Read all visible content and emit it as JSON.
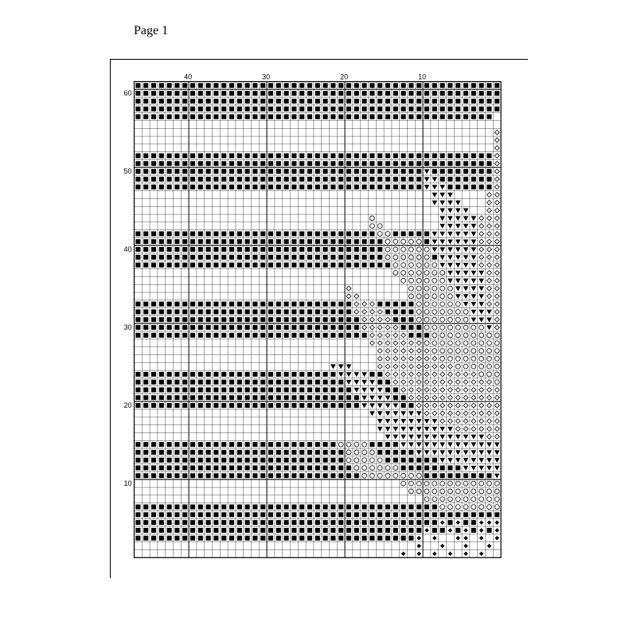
{
  "page": {
    "title": "Page 1"
  },
  "pattern": {
    "columns": 47,
    "rows": 61,
    "column_numbers": [
      {
        "value": 40,
        "label": "40"
      },
      {
        "value": 30,
        "label": "30"
      },
      {
        "value": 20,
        "label": "20"
      },
      {
        "value": 10,
        "label": "10"
      }
    ],
    "row_numbers": [
      {
        "value": 60,
        "label": "60"
      },
      {
        "value": 50,
        "label": "50"
      },
      {
        "value": 40,
        "label": "40"
      },
      {
        "value": 30,
        "label": "30"
      },
      {
        "value": 20,
        "label": "20"
      },
      {
        "value": 10,
        "label": "10"
      }
    ],
    "symbols": {
      "S": "filled-square",
      "O": "open-circle",
      "D": "open-diamond",
      "V": "filled-triangle-down",
      "K": "filled-diamond"
    },
    "ink_color": "#000000",
    "grid": [
      "SSSSSSSSSSSSSSSSSSSSSSSSSSSSSSSSSSSSSSSSSSSSSSS",
      "SSSSSSSSSSSSSSSSSSSSSSSSSSSSSSSSSSSSSSSSSSSSSSS",
      "SSSSSSSSSSSSSSSSSSSSSSSSSSSSSSSSSSSSSSSSSSSSSSS",
      "SSSSSSSSSSSSSSSSSSSSSSSSSSSSSSSSSSSSSSSSSSSSSSS",
      "SSSSSSSSSSSSSSSSSSSSSSSSSSSSSSSSSSSSSSSSSSSSSS.",
      "...............................................",
      "..............................................D",
      "..............................................D",
      "..............................................D",
      "SSSSSSSSSSSSSSSSSSSSSSSSSSSSSSSSSSSSSSSSSSSSSSD",
      "SSSSSSSSSSSSSSSSSSSSSSSSSSSSSSSSSSSSSSSSSSSSSSD",
      "SSSSSSSSSSSSSSSSSSSSSSSSSSSSSSSSSSSSSVSSSSSSSSD",
      "SSSSSSSSSSSSSSSSSSSSSSSSSSSSSSSSSSSSSVVSSSSSSSD",
      "SSSSSSSSSSSSSSSSSSSSSSSSSSSSSSSSSSSSSVVVSSSSSSD",
      "......................................VVV....DD",
      "......................................VVVV...DD",
      ".......................................VVVV..DD",
      "..............................O........VVVVVDDD",
      "..............................OO.......VVVVVDDD",
      "SSSSSSSSSSSSSSSSSSSSSSSSSSSSSSSOOSSSSSVVVVVVDDD",
      "SSSSSSSSSSSSSSSSSSSSSSSSSSSSSSSSOOOOOSVVVVVVDDD",
      "SSSSSSSSSSSSSSSSSSSSSSSSSSSSSSSSOOOOOOVVVVVVDDD",
      "SSSSSSSSSSSSSSSSSSSSSSSSSSSSSSSSOOOOOOSVVVVVDDD",
      "SSSSSSSSSSSSSSSSSSSSSSSSSSSSSSSSSOOOOOOVVVVVDDD",
      ".................................OOOOOOOVVVVVDD",
      "..................................OOOOOOVVVVVDD",
      "...........................D.......OOOOOOVVVVDD",
      "...........................DD......OOOOOOVVVVDD",
      "SSSSSSSSSSSSSSSSSSSSSSSSSSSSDDDSSSSSOOOOOOVVVDD",
      "SSSSSSSSSSSSSSSSSSSSSSSSSSSSDDDDSSSSOOOOOOOVVVD",
      "SSSSSSSSSSSSSSSSSSSSSSSSSSSSSDDDDSSSOOOOOOOVVVD",
      "SSSSSSSSSSSSSSSSSSSSSSSSSSSSSDDDDDSSSOOOOOOOOVD",
      "SSSSSSSSSSSSSSSSSSSSSSSSSSSSSSDDDDDSSSOOOOOOOOO",
      "..............................DDDDDDDOOOOOOOOOO",
      "...............................DDDDDDDOOOOOOOOO",
      "...............................DDDDDDDDOOOOOOOO",
      ".........................VVV...DDDDDDDDDDOOOOOO",
      "SSSSSSSSSSSSSSSSSSSSSSSSSSVVVVSSDDDDDDDDDDDDOOO",
      "SSSSSSSSSSSSSSSSSSSSSSSSSSSVVVVSSDDDDDDDDDDDDDO",
      "SSSSSSSSSSSSSSSSSSSSSSSSSSSSVVVVSSDDDDDDDDDDDDD",
      "SSSSSSSSSSSSSSSSSSSSSSSSSSSSSVVVVSSDDDDDDDDDDDD",
      "SSSSSSSSSSSSSSSSSSSSSSSSSSSSSVVVVVSSDDDDDDDDDDD",
      "..............................VVVVVVVDDDDDDDDDD",
      "...............................VVVVVVVVDDDDDDDD",
      "...............................VVVVVVVVVVDDDDDD",
      "................................VVVVVVVVVVVVVDD",
      "SSSSSSSSSSSSSSSSSSSSSSSSSSOOOOSSSSVVVVVVVVVVVVV",
      "SSSSSSSSSSSSSSSSSSSSSSSSSSSOOOOSSSSSVVVVVVVVVVV",
      "SSSSSSSSSSSSSSSSSSSSSSSSSSSOOOOOSSSSSSSVVVVVVVV",
      "SSSSSSSSSSSSSSSSSSSSSSSSSSSSOOOOOOSSSSSSSSVVVVV",
      "SSSSSSSSSSSSSSSSSSSSSSSSSSSSSOOOOOOOOSSSSSSSSSV",
      "..................................OOOOOOOOOOOOO",
      "...................................OOOOOOOOOOOO",
      ".....................................OOOOOOOOOO",
      "SSSSSSSSSSSSSSSSSSSSSSSSSSSSSSSSSSSSSSSOOOOOOOO",
      "SSSSSSSSSSSSSSSSSSSSSSSSSSSSSSSSSSSSSSSSSSSSSSS",
      "SSSSSSSSSSSSSSSSSSSSSSSSSSSSSSSSSSSSSSSKSKSSKKK",
      "SSSSSSSSSSSSSSSSSSSSSSSSSSSSSSSSSSSSSKSSKSKSKSK",
      "SSSSSSSSSSSSSSSSSSSSSSSSSSSSSSSSSSSSK.K..KK.K.K",
      "....................................K..K..K..K.",
      "..................................K.K.K.K.K.K.."
    ]
  }
}
